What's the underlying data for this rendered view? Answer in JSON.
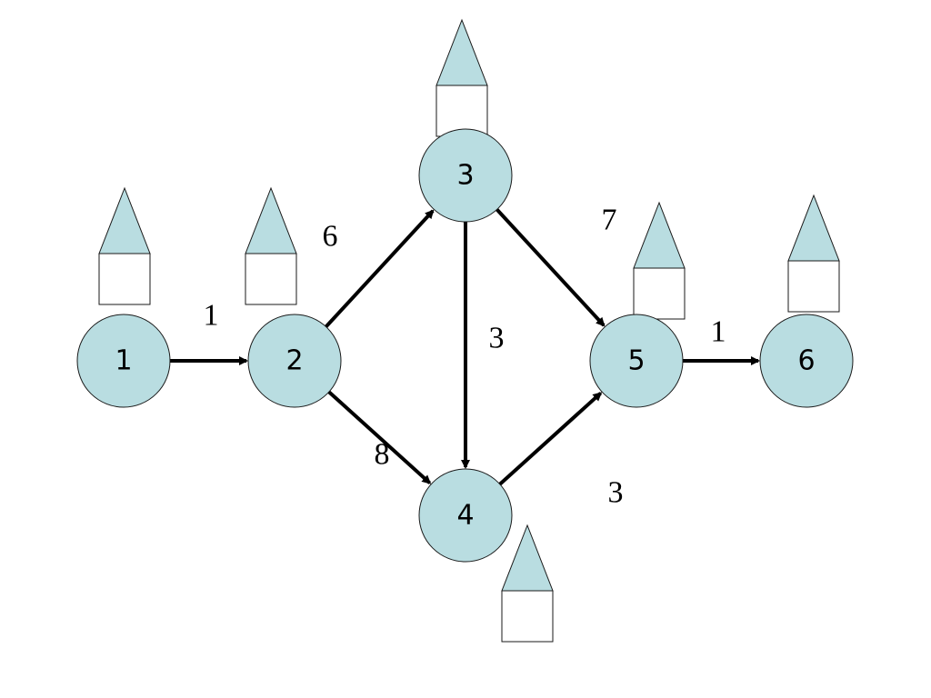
{
  "nodes": [
    {
      "id": "1",
      "label": "1"
    },
    {
      "id": "2",
      "label": "2"
    },
    {
      "id": "3",
      "label": "3"
    },
    {
      "id": "4",
      "label": "4"
    },
    {
      "id": "5",
      "label": "5"
    },
    {
      "id": "6",
      "label": "6"
    }
  ],
  "edges": [
    {
      "from": "1",
      "to": "2",
      "weight": "1"
    },
    {
      "from": "2",
      "to": "3",
      "weight": "6"
    },
    {
      "from": "2",
      "to": "4",
      "weight": "8"
    },
    {
      "from": "3",
      "to": "4",
      "weight": "3"
    },
    {
      "from": "3",
      "to": "5",
      "weight": "7"
    },
    {
      "from": "4",
      "to": "5",
      "weight": "3"
    },
    {
      "from": "5",
      "to": "6",
      "weight": "1"
    }
  ],
  "colors": {
    "node_fill": "#b9dde1",
    "marker_triangle_fill": "#b9dde1",
    "marker_box_fill": "#ffffff",
    "edge": "#000000"
  }
}
